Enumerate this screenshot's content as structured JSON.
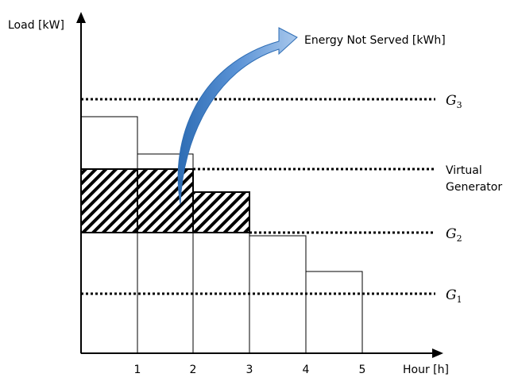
{
  "axes": {
    "y_label": "Load [kW]",
    "x_label": "Hour [h]",
    "x_ticks": [
      "1",
      "2",
      "3",
      "4",
      "5"
    ]
  },
  "levels": {
    "g3": {
      "symbol": "G",
      "subscript": "3"
    },
    "g2": {
      "symbol": "G",
      "subscript": "2"
    },
    "g1": {
      "symbol": "G",
      "subscript": "1"
    },
    "virtual": {
      "line1": "Virtual",
      "line2": "Generator"
    }
  },
  "annotation": {
    "energy_not_served": "Energy Not Served [kWh]"
  },
  "colors": {
    "ink": "#000000",
    "arrow_dark": "#2e6db4",
    "arrow_light": "#a9c8ec"
  }
}
